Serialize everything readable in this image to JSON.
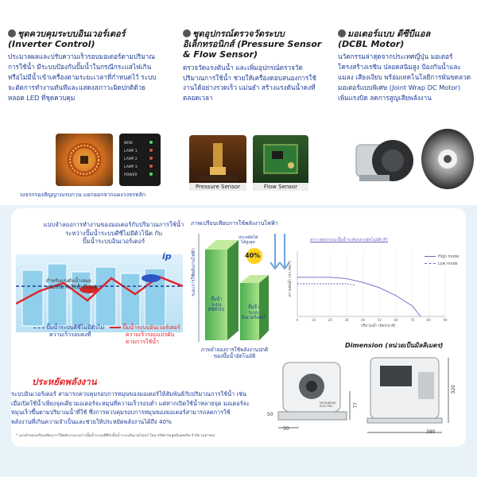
{
  "features": [
    {
      "title_th": "ชุดควบคุมระบบอินเวอร์เตอร์",
      "title_en": "(Inverter Control)",
      "desc": "ประมวลผลและปรับความเร็วรอบมอเตอร์ตามปริมาณการใช้น้ำ มีระบบป้องกันปั๊มน้ำในกรณีกระแสไฟเกิน หรือไม่มีน้ำเข้าเครื่องตามระยะเวลาที่กำหนดไว้ ระบบจะตัดการทำงานทันทีและแสดงสภาวะผิดปกติด้วยหลอด LED ที่ชุดควบคุม",
      "caption": "วงจรกรองสัญญาณรบกวน แยกออกจากแผงวงจรหลัก",
      "led_labels": [
        "NEW",
        "LAMP 1",
        "LAMP 2",
        "LAMP 3",
        "POWER"
      ]
    },
    {
      "title_th": "ชุดอุปกรณ์ตรวจวัดระบบ",
      "title_th2": "อิเล็กทรอนิกส์",
      "title_en": "(Pressure Sensor",
      "title_en2": "& Flow Sensor)",
      "desc": "ตรวจวัดแรงดันน้ำ และเพิ่มอุปกรณ์ตรวจวัดปริมาณการใช้น้ำ ช่วยให้เครื่องตอบสนองการใช้งานได้อย่างรวดเร็ว แม่นยำ สร้างแรงดันน้ำคงที่ตลอดเวลา",
      "caption1": "Pressure Sensor",
      "caption2": "Flow Sensor"
    },
    {
      "title_th": "มอเตอร์แบบ ดีซีบีแอล",
      "title_en": "(DCBL Motor)",
      "desc": "นวัตกรรมล่าสุดจากประเทศญี่ปุ่น มอเตอร์โครงสร้างเรซิน ปลอดสนิมสูง ป้องกันน้ำและแมลง เสียงเงียบ พร้อมเทคโนโลยีการพันขดลวดมอเตอร์แบบพิเศษ (Joint Wrap DC Motor) เพิ่มแรงบิด ลดการสูญเสียพลังงาน"
    }
  ],
  "illustration": {
    "title_l1": "แบบจำลองการทำงานของมอเตอร์กับปริมาณการใช้น้ำ",
    "title_l2": "ระหว่างปั๊มน้ำระบบดีซีไม่มีตัวโน๊ต กับ",
    "title_l3": "ปั๊มน้ำระบบอินเวอร์เตอร์",
    "badge": "ip",
    "inner_l1": "สำหรับแรงดันน้ำเสมอ",
    "inner_l2": "ตามปริมาณใช้น้ำเป็นหลัก",
    "legend1_l1": "ปั๊มน้ำระบบดีซีไม่มีตัวไม่",
    "legend1_l2": "ความเร็วรอบคงที่",
    "legend2_l1": "ปั๊มน้ำระบบอินเวอร์เตอร์",
    "legend2_l2": "ความเร็วรอบแปรผัน",
    "legend2_l3": "ตามการใช้น้ำ"
  },
  "compare": {
    "title": "ภาพเปรียบเทียบการใช้พลังงานไฟฟ้า",
    "axis": "ระยะการใช้พลังงานไฟฟ้า",
    "bar1_l1": "ปั๊มน้ำ",
    "bar1_l2": "ระบบ",
    "bar1_l3": "ดีซีทั่วไป",
    "bar2_l1": "ปั๊มน้ำ",
    "bar2_l2": "ระบบ",
    "bar2_l3": "อินเวอร์เตอร์",
    "saving_l1": "ประหยัดไฟ",
    "saving_l2": "ได้สูงสุด",
    "saving_pct": "40%",
    "caption_l1": "ภาพจำลองการใช้พลังงานปกติ",
    "caption_l2": "ของปั๊มน้ำอัตโนมัติ"
  },
  "chart_data": {
    "type": "line",
    "title": "สารางสมรรถนะปั๊มน้ำระดับกลางอัตโนมัติ (P)",
    "ylabel": "ความดันน้ำ (กก./ซม.²)",
    "xlabel": "ปริมาณน้ำ (ลิตร/นาที)",
    "x_ticks": [
      "0",
      "10",
      "20",
      "30",
      "40",
      "50",
      "60",
      "70",
      "80",
      "90"
    ],
    "xlim": [
      0,
      90
    ],
    "ylim": [
      0,
      5
    ],
    "series": [
      {
        "name": "High mode",
        "style": "solid",
        "x": [
          0,
          10,
          20,
          30,
          40,
          50,
          60,
          70,
          75
        ],
        "y": [
          3.0,
          3.0,
          3.0,
          2.9,
          2.6,
          2.2,
          1.6,
          0.8,
          0.0
        ]
      },
      {
        "name": "Low mode",
        "style": "dashed",
        "x": [
          0,
          10,
          20,
          30,
          35
        ],
        "y": [
          2.5,
          2.5,
          2.5,
          2.5,
          2.4
        ]
      }
    ],
    "colors": {
      "line": "#7a5cc4"
    }
  },
  "dimension": {
    "title": "Dimension (หน่วยเป็นมิลลิเมตร)",
    "width": "380",
    "height": "320",
    "side_a": "50",
    "side_b": "50",
    "side_c": "77",
    "brand_l1": "MITSUBISHI",
    "brand_l2": "ELECTRIC"
  },
  "saving": {
    "heading": "ประหยัดพลังงาน",
    "body": "ระบบอินเวอร์เตอร์ สามารถควบคุมรอบการหมุนของมอเตอร์ให้สัมพันธ์กับปริมาณการใช้น้ำ เช่น เมื่อเปิดใช้น้ำเพียงจุดเดียวมอเตอร์จะหมุนที่ความเร็วรอบต่ำ แต่หากเปิดใช้น้ำหลายจุด มอเตอร์จะหมุนเร็วขึ้นตามปริมาณน้ำที่ใช้ ซึ่งการควบคุมรอบการหมุนของมอเตอร์สามารถลดการใช้พลังงานที่เกินความจำเป็นและช่วยให้ประหยัดพลังงานได้ถึง 40%",
    "footnote": "* แบบจำลองเปรียบเทียบการใช้พลังงานระหว่างปั๊มน้ำระบบดีซีกับปั๊มน้ำระบบอินเวอร์เตอร์ โดย บริษัท กัมพูชอิเลคทริค จำกัด (มหาชน)"
  },
  "colors": {
    "accent_red": "#e3262b",
    "accent_blue": "#1f3e97",
    "green": "#7cc95a",
    "panel_bg": "#e8f3f9"
  }
}
